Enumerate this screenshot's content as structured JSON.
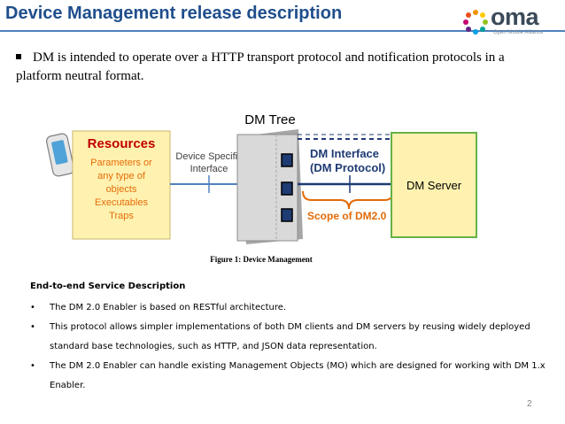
{
  "slide": {
    "title": "Device Management release description",
    "page_number": "2"
  },
  "logo": {
    "word": "oma",
    "tagline": "Open Mobile Alliance"
  },
  "intro": {
    "text": "DM is intended to operate over a HTTP transport protocol and notification protocols in a platform neutral format."
  },
  "diagram": {
    "resources_title": "Resources",
    "resources_lines": [
      "Parameters or",
      "any type of",
      "objects",
      "Executables",
      "Traps"
    ],
    "device_specific_lines": [
      "Device Specific",
      "Interface"
    ],
    "dm_tree_label": "DM Tree",
    "dm_interface_lines": [
      "DM Interface",
      "(DM Protocol)"
    ],
    "dm_server_label": "DM Server",
    "scope_label": "Scope of DM2.0",
    "caption": "Figure 1: Device Management",
    "colors": {
      "resources_fill": "#FFF2B0",
      "resources_title": "#C00000",
      "resources_text": "#E46C0A",
      "server_fill": "#FFF2B0",
      "server_border": "#66B245",
      "scope": "#E26B0A",
      "interface": "#1F3B73",
      "tree_fill": "#D9D9D9"
    }
  },
  "description": {
    "heading": "End-to-end Service Description",
    "bullets": [
      "The DM 2.0 Enabler is based on RESTful architecture.",
      "This protocol allows simpler implementations of both DM clients and DM servers by reusing widely deployed standard base technologies, such as HTTP, and JSON data representation.",
      "The DM 2.0 Enabler can handle existing Management Objects (MO) which are designed for working with DM 1.x Enabler."
    ]
  }
}
